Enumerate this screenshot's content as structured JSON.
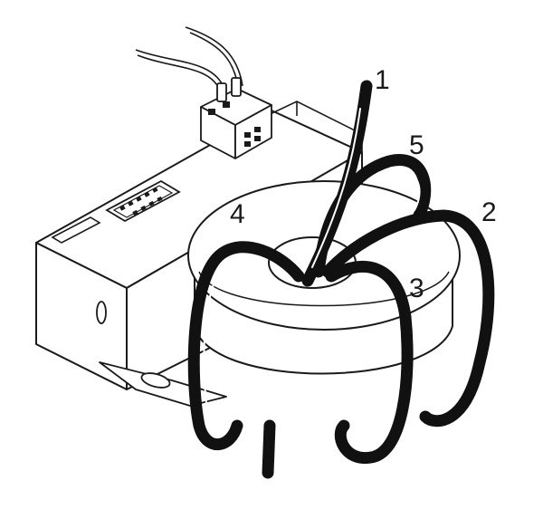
{
  "diagram": {
    "labels": {
      "cable_1": "1",
      "cable_2": "2",
      "cable_3": "3",
      "cable_4": "4",
      "cable_5": "5"
    },
    "colors": {
      "line": "#1a1a1a",
      "cable": "#111111",
      "background": "#ffffff"
    }
  }
}
